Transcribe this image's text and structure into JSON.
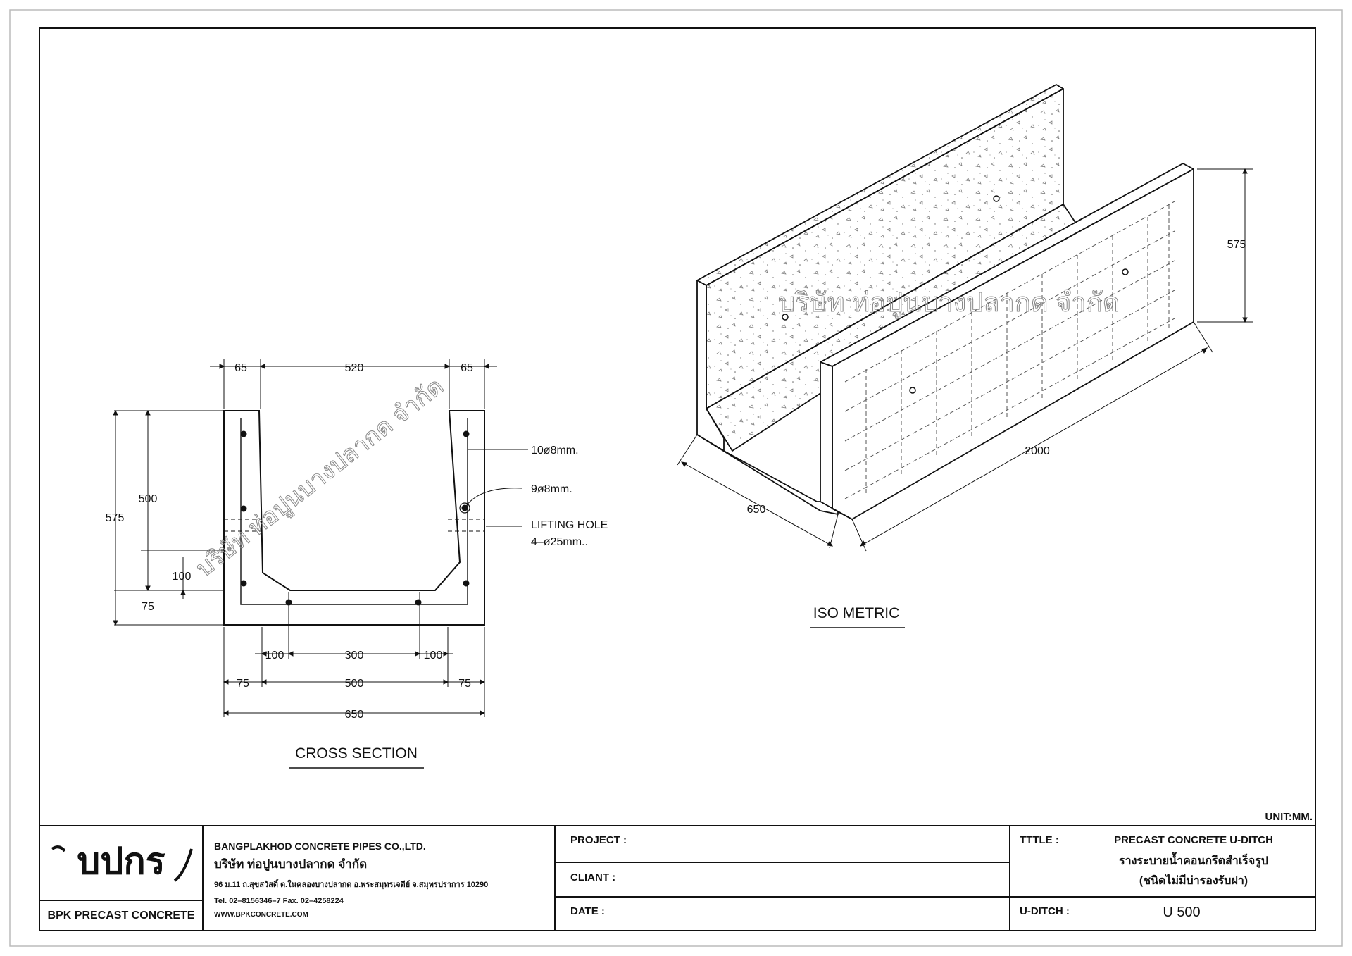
{
  "drawing": {
    "unit_label": "UNIT:MM.",
    "watermark": "บริษัท ท่อปูนบางปลากด จำกัด"
  },
  "cross_section": {
    "title": "CROSS SECTION",
    "dims_top": {
      "left_wall": "65",
      "inner": "520",
      "right_wall": "65"
    },
    "dims_left": {
      "total_height": "575",
      "inner_height": "500",
      "haunch": "100",
      "base": "75"
    },
    "dims_bottom_1": {
      "left_haunch": "100",
      "floor": "300",
      "right_haunch": "100"
    },
    "dims_bottom_2": {
      "left_base": "75",
      "inner": "500",
      "right_base": "75"
    },
    "dims_bottom_3": {
      "total_width": "650"
    },
    "callouts": {
      "rebar_long": "10ø8mm.",
      "rebar_trans": "9ø8mm.",
      "lifting_1": "LIFTING  HOLE",
      "lifting_2": "4–ø25mm.."
    }
  },
  "isometric": {
    "title": "ISO METRIC",
    "dim_height": "575",
    "dim_length": "2000",
    "dim_width": "650"
  },
  "title_block": {
    "logo_text": "บปกร",
    "brand": "BPK PRECAST CONCRETE",
    "company_en": "BANGPLAKHOD CONCRETE PIPES CO.,LTD.",
    "company_th": "บริษัท ท่อปูนบางปลากด จำกัด",
    "address": "96 ม.11 ถ.สุขสวัสดิ์ ต.ในคลองบางปลากด อ.พระสมุทรเจดีย์ จ.สมุทรปราการ 10290",
    "phone": "Tel. 02–8156346–7    Fax. 02–4258224",
    "website": "WWW.BPKCONCRETE.COM",
    "project_label": "PROJECT :",
    "client_label": "CLIANT :",
    "date_label": "DATE :",
    "title_label": "TTTLE :",
    "title_en": "PRECAST CONCRETE U-DITCH",
    "title_th_1": "รางระบายน้ำคอนกรีตสำเร็จรูป",
    "title_th_2": "(ชนิดไม่มีบ่ารองรับฝา)",
    "udich_label": "U-DITCH :",
    "udich_value": "U 500"
  }
}
